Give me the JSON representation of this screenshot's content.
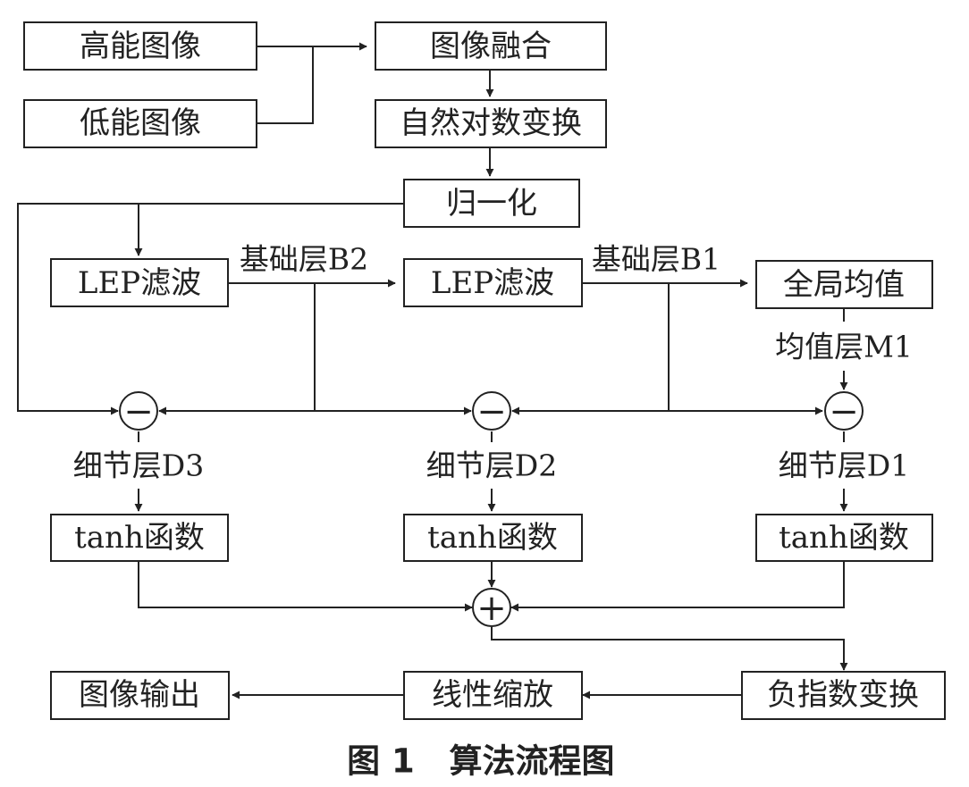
{
  "nodes": {
    "high_energy": "高能图像",
    "low_energy": "低能图像",
    "fusion": "图像融合",
    "log_transform": "自然对数变换",
    "normalize": "归一化",
    "lep_filter_1": "LEP滤波",
    "lep_filter_2": "LEP滤波",
    "global_mean": "全局均值",
    "tanh_d3": "tanh函数",
    "tanh_d2": "tanh函数",
    "tanh_d1": "tanh函数",
    "output": "图像输出",
    "linear_scale": "线性缩放",
    "neg_exp_transform": "负指数变换"
  },
  "edge_labels": {
    "base_b2": "基础层B2",
    "base_b1": "基础层B1",
    "mean_m1": "均值层M1",
    "detail_d3": "细节层D3",
    "detail_d2": "细节层D2",
    "detail_d1": "细节层D1"
  },
  "operators": {
    "subtract": "−",
    "add": "+"
  },
  "caption": {
    "figure_number": "图 1",
    "title": "算法流程图"
  }
}
